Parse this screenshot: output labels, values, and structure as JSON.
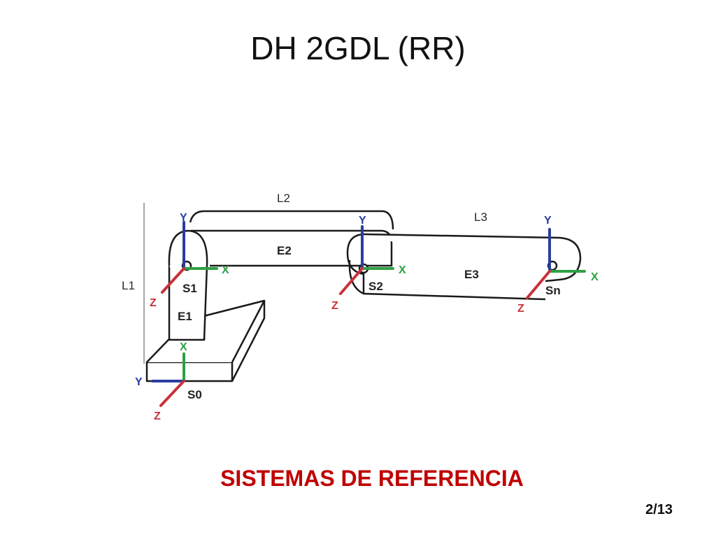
{
  "slide": {
    "title": "DH 2GDL (RR)",
    "subtitle": "SISTEMAS DE REFERENCIA",
    "page": "2/13"
  },
  "diagram": {
    "links": {
      "l1": "L1",
      "l2": "L2",
      "l3": "L3"
    },
    "elements": {
      "e1": "E1",
      "e2": "E2",
      "e3": "E3"
    },
    "frames": {
      "s0": {
        "label": "S0",
        "x": "X",
        "y": "Y",
        "z": "Z"
      },
      "s1": {
        "label": "S1",
        "x": "X",
        "y": "Y",
        "z": "Z"
      },
      "s2": {
        "label": "S2",
        "x": "X",
        "y": "Y",
        "z": "Z"
      },
      "sn": {
        "label": "Sn",
        "x": "X",
        "y": "Y",
        "z": "Z"
      }
    },
    "colors": {
      "x_axis": "#2ea043",
      "y_axis": "#2b3d9e",
      "z_axis": "#c8323c",
      "outline": "#1a1a1a"
    }
  }
}
